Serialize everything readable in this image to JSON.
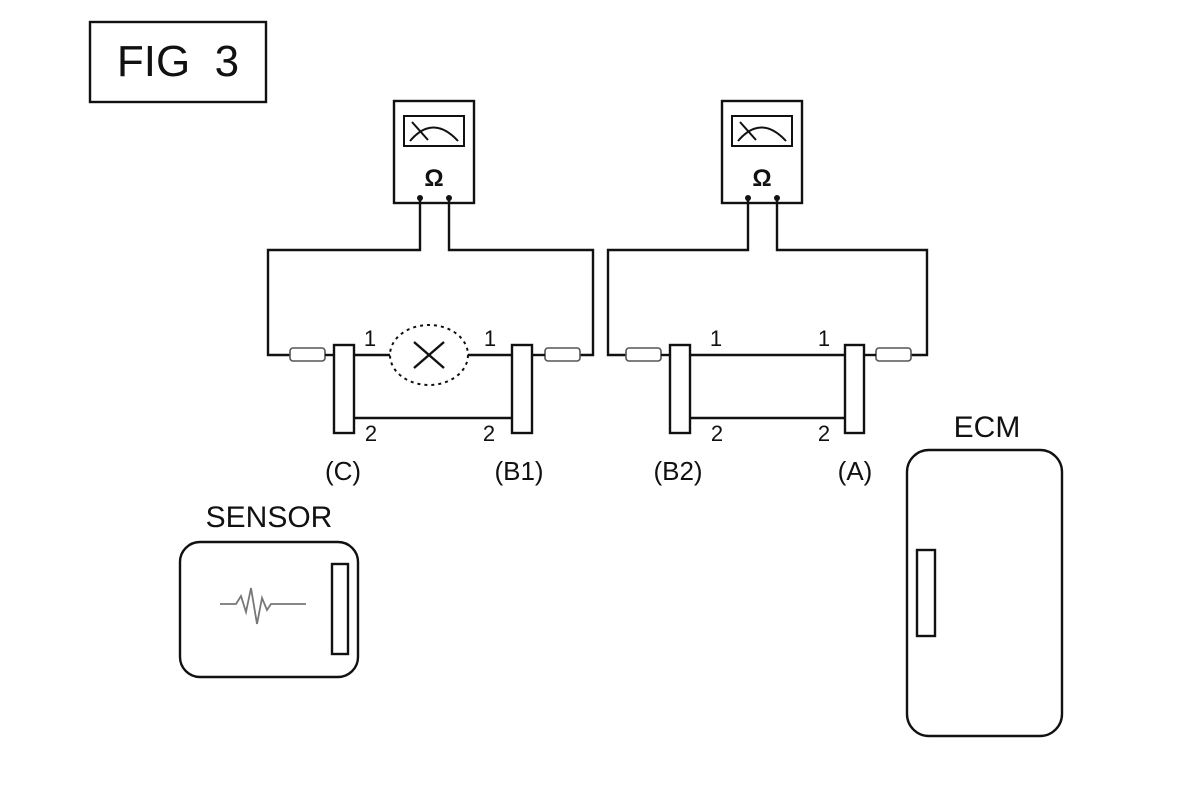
{
  "figure": {
    "title": "FIG  3"
  },
  "meters": [
    {
      "symbol": "Ω"
    },
    {
      "symbol": "Ω"
    }
  ],
  "circuit_left": {
    "pin_left_top": "1",
    "pin_right_top": "1",
    "pin_left_bottom": "2",
    "pin_right_bottom": "2",
    "connector_left": "(C)",
    "connector_right": "(B1)"
  },
  "circuit_right": {
    "pin_left_top": "1",
    "pin_right_top": "1",
    "pin_left_bottom": "2",
    "pin_right_bottom": "2",
    "connector_left": "(B2)",
    "connector_right": "(A)"
  },
  "components": {
    "sensor_label": "SENSOR",
    "ecm_label": "ECM"
  },
  "icons": [
    "ohmmeter-icon",
    "open-circuit-mark",
    "waveform-icon"
  ]
}
